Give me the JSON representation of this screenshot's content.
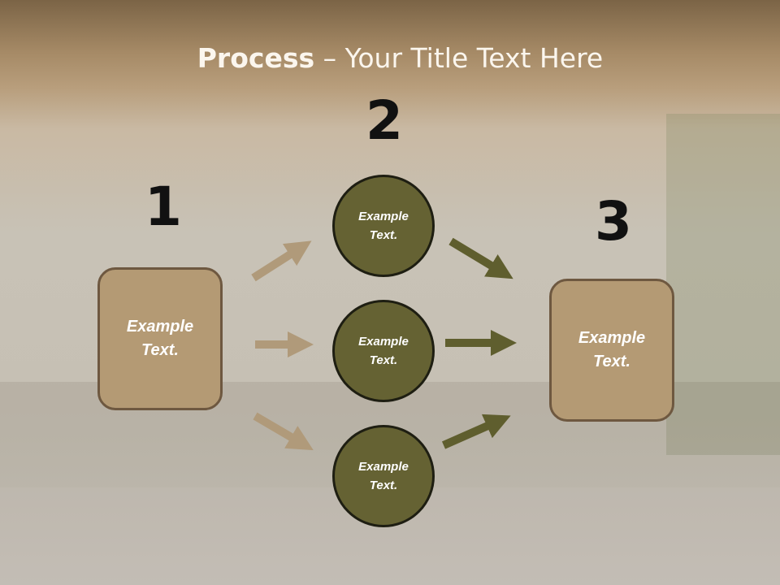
{
  "title": {
    "bold": "Process",
    "rest": " – Your Title Text Here"
  },
  "steps": [
    {
      "number": "1",
      "text": "Example\nText."
    },
    {
      "number": "2"
    },
    {
      "number": "3",
      "text": "Example\nText."
    }
  ],
  "circles": [
    {
      "text": "Example\nText."
    },
    {
      "text": "Example\nText."
    },
    {
      "text": "Example\nText."
    }
  ],
  "colors": {
    "tan": "#b49a74",
    "olive": "#656233",
    "tan_arrow": "#b09a7a",
    "olive_arrow": "#5f5e2e"
  }
}
